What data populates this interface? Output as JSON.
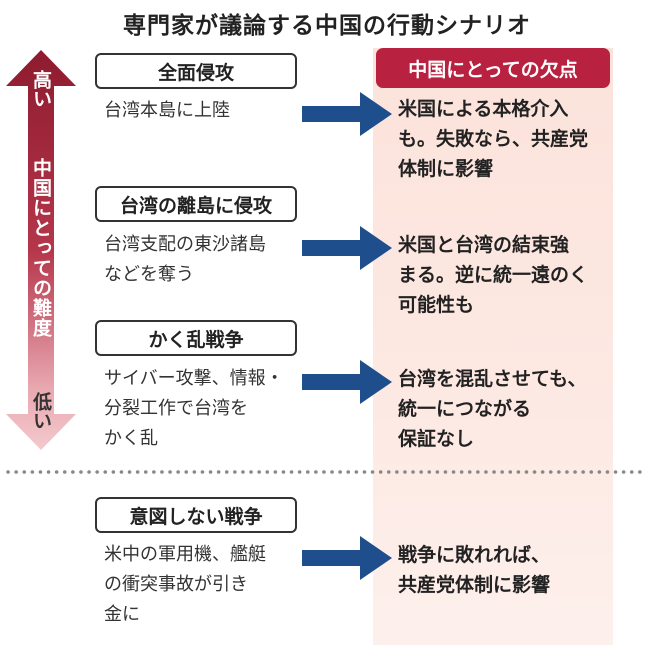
{
  "title": "専門家が議論する中国の行動シナリオ",
  "right_header": "中国にとっての欠点",
  "axis": {
    "top_label": "高い",
    "middle_label": "中国にとっての難度",
    "bottom_label": "低い"
  },
  "colors": {
    "accent": "#b82240",
    "arrow_blue": "#1f4e8c",
    "pink_bg": "#fbe3db"
  },
  "scenarios": [
    {
      "title": "全面侵攻",
      "desc_lines": [
        "台湾本島に上陸"
      ],
      "weakness_lines": [
        "米国による本格介入",
        "も。失敗なら、共産党",
        "体制に影響"
      ]
    },
    {
      "title": "台湾の離島に侵攻",
      "desc_lines": [
        "台湾支配の東沙諸島",
        "などを奪う"
      ],
      "weakness_lines": [
        "米国と台湾の結束強",
        "まる。逆に統一遠のく",
        "可能性も"
      ]
    },
    {
      "title": "かく乱戦争",
      "desc_lines": [
        "サイバー攻撃、情報・",
        "分裂工作で台湾を",
        "かく乱"
      ],
      "weakness_lines": [
        "台湾を混乱させても、",
        "統一につながる",
        "保証なし"
      ]
    },
    {
      "title": "意図しない戦争",
      "desc_lines": [
        "米中の軍用機、艦艇",
        "の衝突事故が引き",
        "金に"
      ],
      "weakness_lines": [
        "戦争に敗れれば、",
        "共産党体制に影響"
      ]
    }
  ]
}
